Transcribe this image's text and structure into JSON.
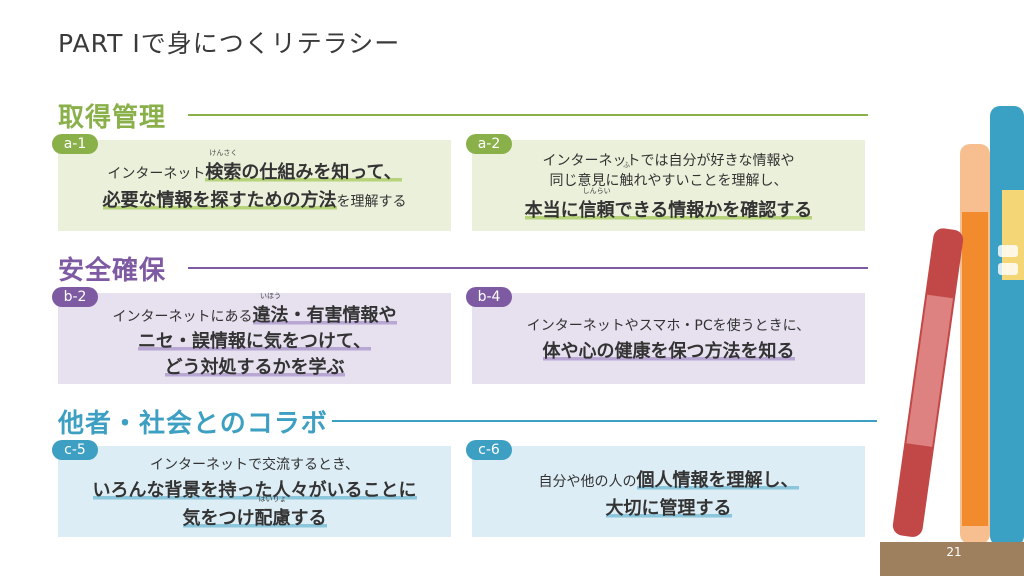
{
  "page_title": "PART Ⅰで身につくリテラシー",
  "page_number": "21",
  "sections": [
    {
      "title": "取得管理",
      "color": "#8ab04a"
    },
    {
      "title": "安全確保",
      "color": "#7e5aa3"
    },
    {
      "title": "他者・社会とのコラボ",
      "color": "#3d9fc2"
    }
  ],
  "cards": {
    "a1": {
      "tag": "a-1",
      "l1_pre": "インターネット",
      "l1_ruby_base": "検索",
      "l1_ruby_text": "けんさく",
      "l1_em": "の仕組みを知って、",
      "l2_em": "必要な情報を探すための方法",
      "l2_post": "を理解する"
    },
    "a2": {
      "tag": "a-2",
      "l1": "インターネットでは自分が好きな情報や",
      "l2_pre": "同じ意見に",
      "l2_ruby_base": "触",
      "l2_ruby_text": "ふ",
      "l2_post": "れやすいことを理解し、",
      "l3_pre": "本当に",
      "l3_ruby_base": "信頼",
      "l3_ruby_text": "しんらい",
      "l3_post": "できる情報かを確認する"
    },
    "b2": {
      "tag": "b-2",
      "l1_pre": "インターネットにある",
      "l1_ruby_base": "違法",
      "l1_ruby_text": "いほう",
      "l1_em": "・有害情報や",
      "l2": "ニセ・誤情報に気をつけて、",
      "l3": "どう対処するかを学ぶ"
    },
    "b4": {
      "tag": "b-4",
      "l1": "インターネットやスマホ・PCを使うときに、",
      "l2": "体や心の健康を保つ方法を知る"
    },
    "c5": {
      "tag": "c-5",
      "l1": "インターネットで交流するとき、",
      "l2": "いろんな背景を持った人々がいることに",
      "l3_pre": "気をつけ",
      "l3_ruby_base": "配慮",
      "l3_ruby_text": "はいりょ",
      "l3_post": "する"
    },
    "c6": {
      "tag": "c-6",
      "l1_pre": "自分や他の人の",
      "l1_em": "個人情報を理解し、",
      "l2": "大切に管理する"
    }
  },
  "colors": {
    "green_card": "#eaf0da",
    "purple_card": "#e6e0ef",
    "blue_card": "#dcedf5"
  }
}
